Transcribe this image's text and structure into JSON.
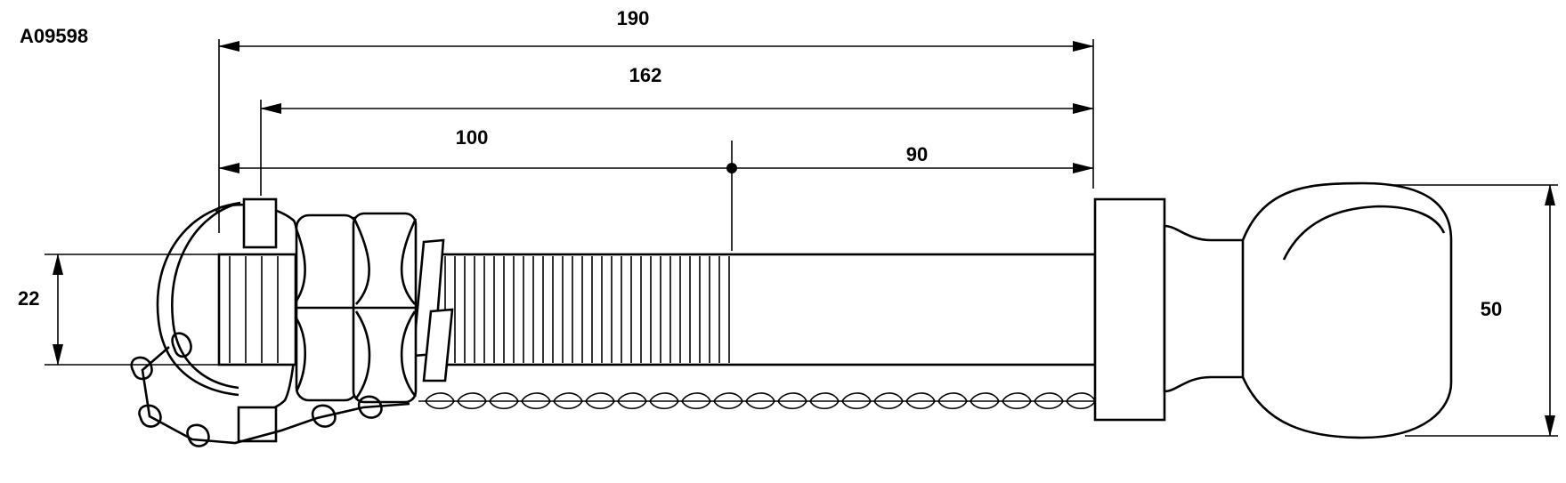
{
  "part_number": "A09598",
  "dimensions": {
    "overall_length": "190",
    "shank_length": "162",
    "thread_length": "100",
    "plain_length": "90",
    "thread_diameter": "22",
    "ball_diameter": "50"
  },
  "colors": {
    "line": "#000000",
    "background": "#ffffff"
  }
}
